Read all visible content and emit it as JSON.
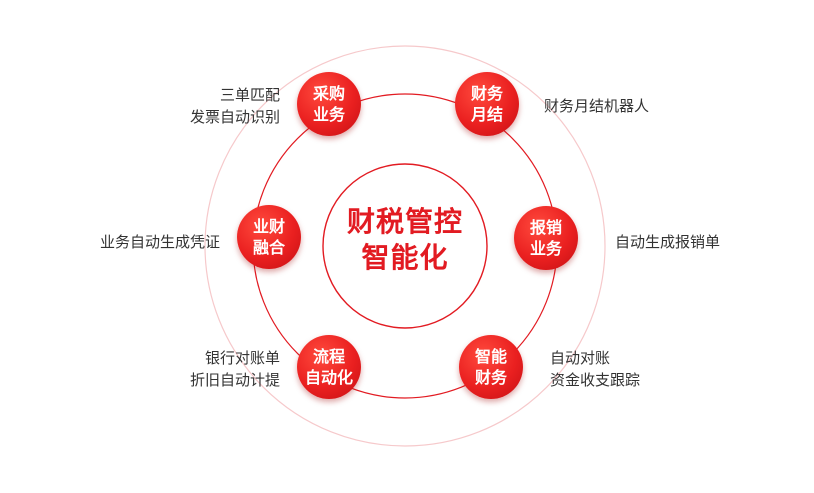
{
  "center": {
    "line1": "财税管控",
    "line2": "智能化"
  },
  "nodes": [
    {
      "line1": "采购",
      "line2": "业务",
      "desc": [
        "三单匹配",
        "发票自动识别"
      ]
    },
    {
      "line1": "财务",
      "line2": "月结",
      "desc": [
        "财务月结机器人"
      ]
    },
    {
      "line1": "业财",
      "line2": "融合",
      "desc": [
        "业务自动生成凭证"
      ]
    },
    {
      "line1": "报销",
      "line2": "业务",
      "desc": [
        "自动生成报销单"
      ]
    },
    {
      "line1": "流程",
      "line2": "自动化",
      "desc": [
        "银行对账单",
        "折旧自动计提"
      ]
    },
    {
      "line1": "智能",
      "line2": "财务",
      "desc": [
        "自动对账",
        "资金收支跟踪"
      ]
    }
  ],
  "colors": {
    "accent": "#e21b22",
    "outer_ring": "#f3b7b9",
    "node_fill": "#ea2020",
    "text": "#333333"
  }
}
